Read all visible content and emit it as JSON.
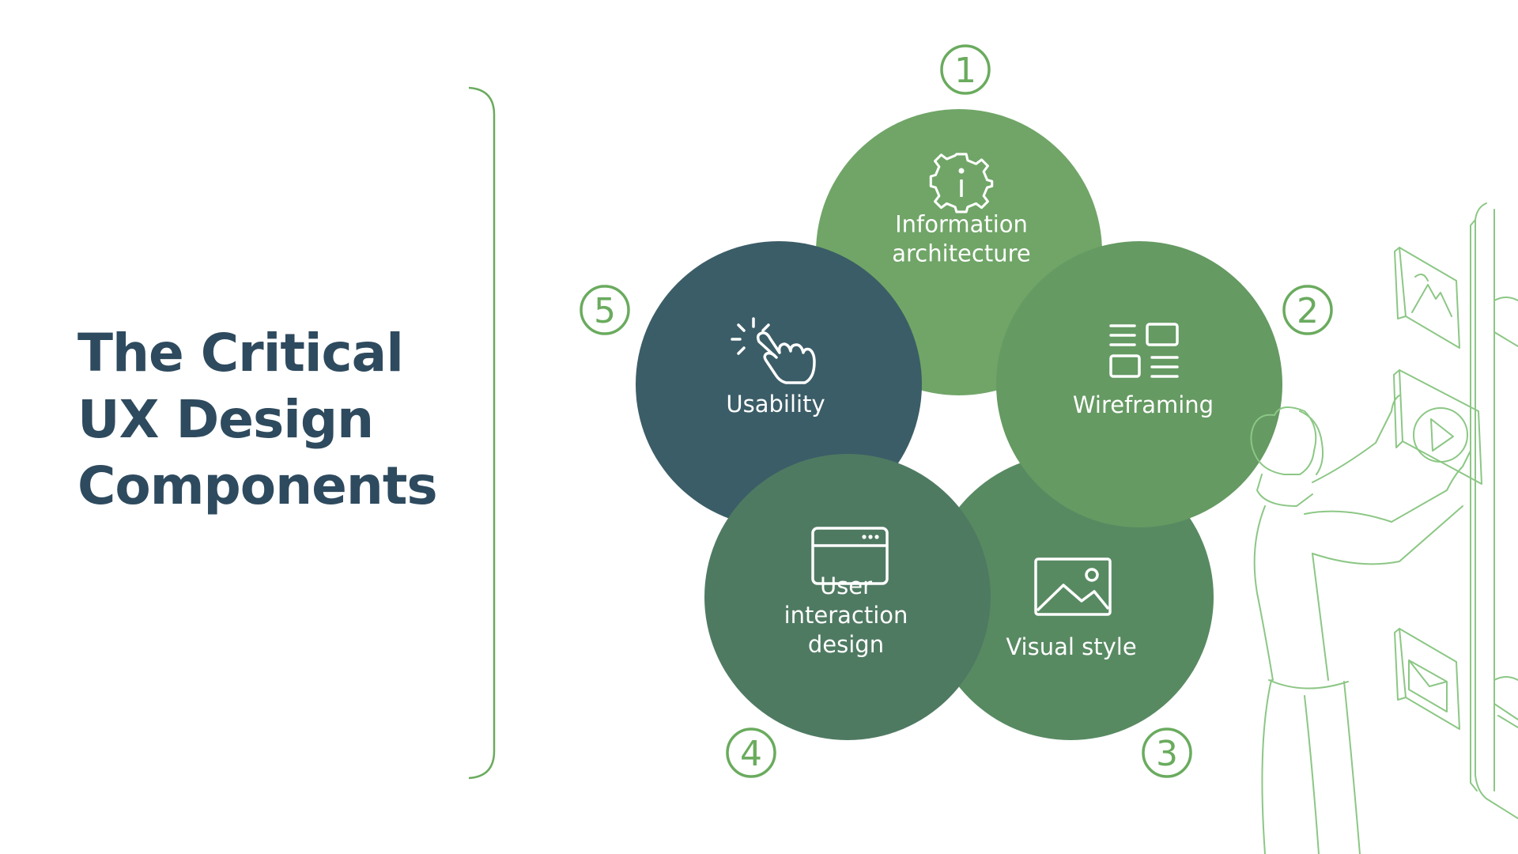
{
  "title": {
    "line1": "The Critical",
    "line2": "UX Design",
    "line3": "Components"
  },
  "colors": {
    "title": "#2e4a5e",
    "outline": "#6aab5e",
    "figure_line": "#8cc785"
  },
  "components": [
    {
      "number": "1",
      "lines": [
        "Information",
        "architecture"
      ],
      "icon": "gear-info-icon",
      "color": "#70a567"
    },
    {
      "number": "2",
      "lines": [
        "Wireframing"
      ],
      "icon": "wireframe-layout-icon",
      "color": "#659a62"
    },
    {
      "number": "3",
      "lines": [
        "Visual style"
      ],
      "icon": "image-icon",
      "color": "#588a62"
    },
    {
      "number": "4",
      "lines": [
        "User",
        "interaction",
        "design"
      ],
      "icon": "browser-window-icon",
      "color": "#4f7a62"
    },
    {
      "number": "5",
      "lines": [
        "Usability"
      ],
      "icon": "pointer-hand-icon",
      "color": "#3b5d67"
    }
  ]
}
